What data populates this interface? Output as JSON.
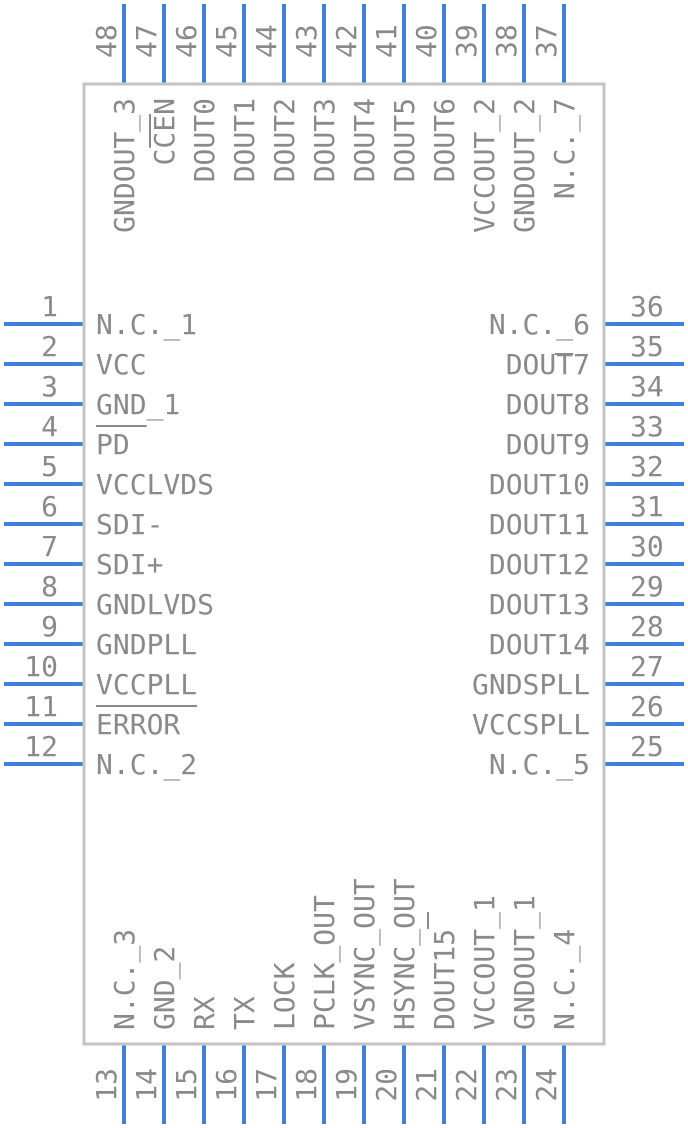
{
  "colors": {
    "pin_line": "#3f80dd",
    "text": "#8a8a8a",
    "body_border": "#c4c4c4",
    "background": "#ffffff"
  },
  "pins": {
    "left": [
      {
        "num": "1",
        "name": "N.C._1"
      },
      {
        "num": "2",
        "name": "VCC"
      },
      {
        "num": "3",
        "name": "GND_1"
      },
      {
        "num": "4",
        "name": "PD"
      },
      {
        "num": "5",
        "name": "VCCLVDS"
      },
      {
        "num": "6",
        "name": "SDI-"
      },
      {
        "num": "7",
        "name": "SDI+"
      },
      {
        "num": "8",
        "name": "GNDLVDS"
      },
      {
        "num": "9",
        "name": "GNDPLL"
      },
      {
        "num": "10",
        "name": "VCCPLL"
      },
      {
        "num": "11",
        "name": "ERROR"
      },
      {
        "num": "12",
        "name": "N.C._2"
      }
    ],
    "bottom": [
      {
        "num": "13",
        "name": "N.C._3"
      },
      {
        "num": "14",
        "name": "GND_2"
      },
      {
        "num": "15",
        "name": "RX"
      },
      {
        "num": "16",
        "name": "TX"
      },
      {
        "num": "17",
        "name": "LOCK"
      },
      {
        "num": "18",
        "name": "PCLK_OUT"
      },
      {
        "num": "19",
        "name": "VSYNC_OUT"
      },
      {
        "num": "20",
        "name": "HSYNC_OUT"
      },
      {
        "num": "21",
        "name": "DOUT15"
      },
      {
        "num": "22",
        "name": "VCCOUT_1"
      },
      {
        "num": "23",
        "name": "GNDOUT_1"
      },
      {
        "num": "24",
        "name": "N.C._4"
      }
    ],
    "right": [
      {
        "num": "25",
        "name": "N.C._5"
      },
      {
        "num": "26",
        "name": "VCCSPLL"
      },
      {
        "num": "27",
        "name": "GNDSPLL"
      },
      {
        "num": "28",
        "name": "DOUT14"
      },
      {
        "num": "29",
        "name": "DOUT13"
      },
      {
        "num": "30",
        "name": "DOUT12"
      },
      {
        "num": "31",
        "name": "DOUT11"
      },
      {
        "num": "32",
        "name": "DOUT10"
      },
      {
        "num": "33",
        "name": "DOUT9"
      },
      {
        "num": "34",
        "name": "DOUT8"
      },
      {
        "num": "35",
        "name": "DOUT7"
      },
      {
        "num": "36",
        "name": "N.C._6"
      }
    ],
    "top": [
      {
        "num": "37",
        "name": "N.C._7"
      },
      {
        "num": "38",
        "name": "GNDOUT_2"
      },
      {
        "num": "39",
        "name": "VCCOUT_2"
      },
      {
        "num": "40",
        "name": "DOUT6"
      },
      {
        "num": "41",
        "name": "DOUT5"
      },
      {
        "num": "42",
        "name": "DOUT4"
      },
      {
        "num": "43",
        "name": "DOUT3"
      },
      {
        "num": "44",
        "name": "DOUT2"
      },
      {
        "num": "45",
        "name": "DOUT1"
      },
      {
        "num": "46",
        "name": "DOUT0"
      },
      {
        "num": "47",
        "name": "CCEN"
      },
      {
        "num": "48",
        "name": "GNDOUT_3"
      }
    ]
  }
}
